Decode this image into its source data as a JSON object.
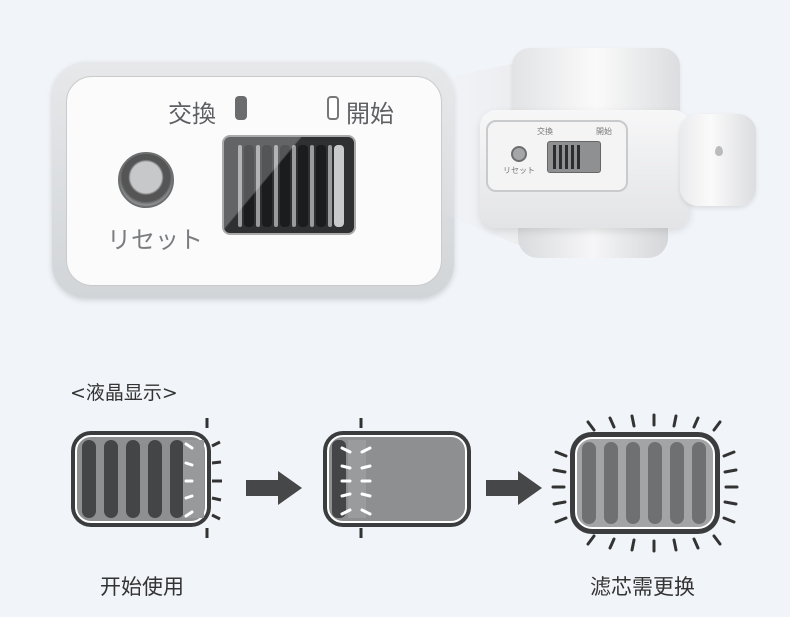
{
  "device_panel": {
    "exchange_label": "交換",
    "start_label": "開始",
    "reset_label": "リセット",
    "lcd_bars_visible": 7
  },
  "device_mini_panel": {
    "exchange_label": "交換",
    "start_label": "開始",
    "reset_label": "リセット"
  },
  "lcd_section": {
    "title": "<液晶显示>",
    "states": [
      {
        "caption": "开始使用",
        "filled_segments": 5,
        "blinking": "last-segment"
      },
      {
        "caption": "",
        "filled_segments": 1,
        "blinking": "first-segment"
      },
      {
        "caption": "滤芯需更换",
        "filled_segments": 0,
        "blinking": "whole-display"
      }
    ]
  },
  "colors": {
    "background": "#f1f4f8",
    "lcd_dark": "#3b3c3e",
    "lcd_mid": "#8e8f91",
    "arrow": "#464749"
  }
}
